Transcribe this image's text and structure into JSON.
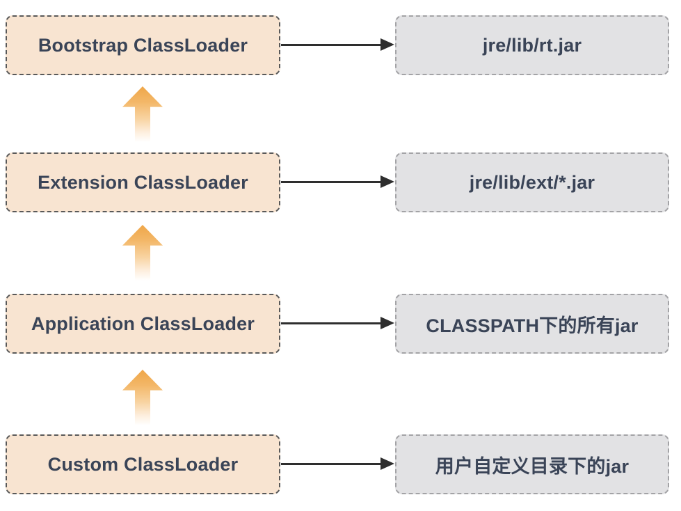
{
  "diagram": {
    "rows": [
      {
        "loader": "Bootstrap ClassLoader",
        "target": "jre/lib/rt.jar"
      },
      {
        "loader": "Extension ClassLoader",
        "target": "jre/lib/ext/*.jar"
      },
      {
        "loader": "Application ClassLoader",
        "target": "CLASSPATH下的所有jar"
      },
      {
        "loader": "Custom ClassLoader",
        "target": "用户自定义目录下的jar"
      }
    ],
    "icons": {
      "up_arrow": "⬆",
      "right_arrow": "→"
    },
    "colors": {
      "loader_box_bg": "#F8E4D1",
      "loader_box_border": "#595959",
      "target_box_bg": "#E2E2E4",
      "target_box_border": "#A3A3A6",
      "text": "#3A4457",
      "arrow_line": "#2E2E2E",
      "up_arrow": "#EFA648"
    }
  }
}
